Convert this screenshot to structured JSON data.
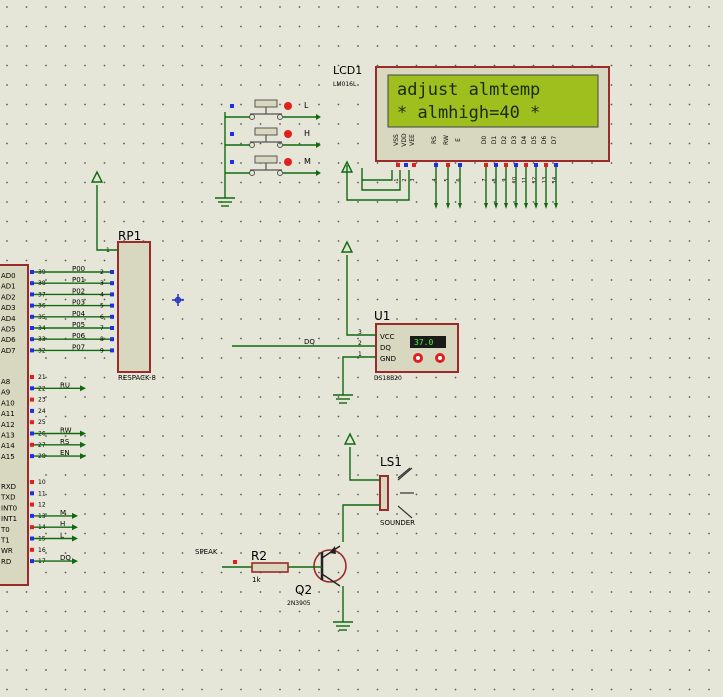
{
  "lcd": {
    "ref": "LCD1",
    "model": "LM016L",
    "line1": "adjust almtemp",
    "line2": "* almhigh=40 *",
    "pins": [
      "VSS",
      "VDD",
      "VEE",
      "RS",
      "RW",
      "E",
      "D0",
      "D1",
      "D2",
      "D3",
      "D4",
      "D5",
      "D6",
      "D7"
    ],
    "pin_numbers": [
      "1",
      "2",
      "3",
      "4",
      "5",
      "6",
      "7",
      "8",
      "9",
      "10",
      "11",
      "12",
      "13",
      "14"
    ]
  },
  "buttons": [
    "L",
    "H",
    "M"
  ],
  "resistor_pack": {
    "ref": "RP1",
    "model": "RESPACK-8",
    "nets": [
      "P00",
      "P01",
      "P02",
      "P03",
      "P04",
      "P05",
      "P06",
      "P07"
    ],
    "pins_left": [
      "39",
      "38",
      "37",
      "36",
      "35",
      "34",
      "33",
      "32"
    ],
    "pins_right": [
      "2",
      "3",
      "4",
      "5",
      "6",
      "7",
      "8",
      "9"
    ],
    "com_pin": "1"
  },
  "mcu": {
    "port0": [
      "AD0",
      "AD1",
      "AD2",
      "AD3",
      "AD4",
      "AD5",
      "AD6",
      "AD7"
    ],
    "port2": [
      "A8",
      "A9",
      "A10",
      "A11",
      "A12",
      "A13",
      "A14",
      "A15"
    ],
    "port2_pins": [
      "21",
      "22",
      "23",
      "24",
      "25",
      "26",
      "27",
      "28"
    ],
    "port2_nets": [
      "",
      "RU",
      "",
      "",
      "",
      "RW",
      "RS",
      "EN"
    ],
    "port3": [
      "RXD",
      "TXD",
      "INT0",
      "INT1",
      "T0",
      "T1",
      "WR",
      "RD"
    ],
    "port3_pins": [
      "10",
      "11",
      "12",
      "13",
      "14",
      "15",
      "16",
      "17"
    ],
    "port3_nets": [
      "",
      "",
      "",
      "M",
      "H",
      "L",
      "",
      "DQ"
    ]
  },
  "sensor": {
    "ref": "U1",
    "model": "DS18B20",
    "pins": [
      "VCC",
      "DQ",
      "GND"
    ],
    "pin_numbers": [
      "3",
      "2",
      "1"
    ],
    "reading": "37.0",
    "net": "DQ"
  },
  "speaker": {
    "ref": "LS1",
    "model": "SOUNDER"
  },
  "resistor2": {
    "ref": "R2",
    "value": "1k"
  },
  "transistor": {
    "ref": "Q2",
    "model": "2N3905"
  },
  "speak_net": "SPEAK",
  "colors": {
    "background": "#e6e6d8",
    "component_body": "#d8d8c0",
    "component_outline": "#9b2a2a",
    "wire": "#0f6a0f",
    "lcd_screen": "#9fbf1f",
    "lcd_text": "#1a2a0a",
    "pin_red": "#e02020",
    "pin_blue": "#2030e0"
  }
}
